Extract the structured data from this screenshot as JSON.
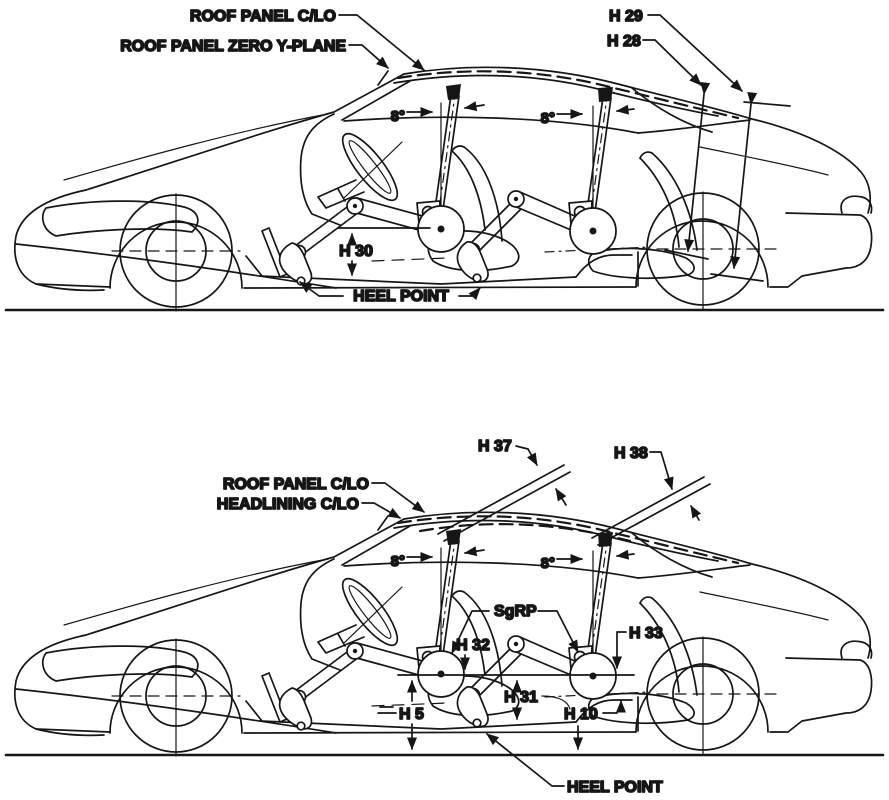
{
  "colors": {
    "ink": "#161616",
    "paper": "#ffffff"
  },
  "top_view": {
    "labels": {
      "roof_panel_clo": "ROOF PANEL C/LO",
      "roof_panel_zero_y_plane": "ROOF PANEL ZERO Y-PLANE",
      "h29": "H 29",
      "h28": "H 28",
      "angle_front": "8°",
      "angle_rear": "8°",
      "h30": "H 30",
      "heel_point": "HEEL POINT"
    }
  },
  "bottom_view": {
    "labels": {
      "h37": "H 37",
      "h38": "H 38",
      "roof_panel_clo": "ROOF PANEL C/LO",
      "headlining_clo": "HEADLINING C/LO",
      "angle_front": "8°",
      "angle_rear": "8°",
      "sgrp": "SgRP",
      "h32": "H 32",
      "h33": "H 33",
      "h31": "H 31",
      "h5": "H 5",
      "h10": "H 10",
      "heel_point": "HEEL POINT"
    }
  }
}
